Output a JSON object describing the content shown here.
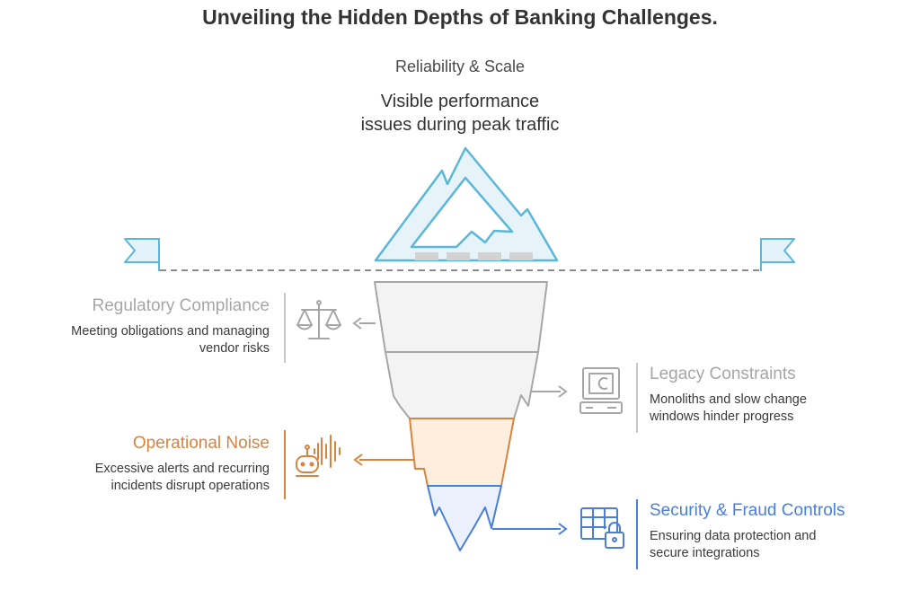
{
  "title": "Unveiling the Hidden Depths of Banking Challenges.",
  "tip": {
    "label": "Reliability & Scale",
    "description_line1": "Visible performance",
    "description_line2": "issues during peak traffic"
  },
  "layers": [
    {
      "heading": "Regulatory Compliance",
      "line1": "Meeting obligations and managing",
      "line2": "vendor risks",
      "icon": "balance-scale-icon",
      "color": "#a6a6a6"
    },
    {
      "heading": "Legacy Constraints",
      "line1": "Monoliths and slow change",
      "line2": "windows hinder progress",
      "icon": "legacy-computer-icon",
      "color": "#a6a6a6"
    },
    {
      "heading": "Operational Noise",
      "line1": "Excessive alerts and recurring",
      "line2": "incidents disrupt operations",
      "icon": "alert-robot-icon",
      "color": "#d8843f"
    },
    {
      "heading": "Security & Fraud Controls",
      "line1": "Ensuring data protection and",
      "line2": "secure integrations",
      "icon": "secure-table-lock-icon",
      "color": "#4a7fd6"
    }
  ],
  "colors": {
    "iceberg_tip": "#5bb7d9",
    "gray": "#a6a6a6",
    "orange": "#d8843f",
    "blue": "#4a7fd6"
  }
}
